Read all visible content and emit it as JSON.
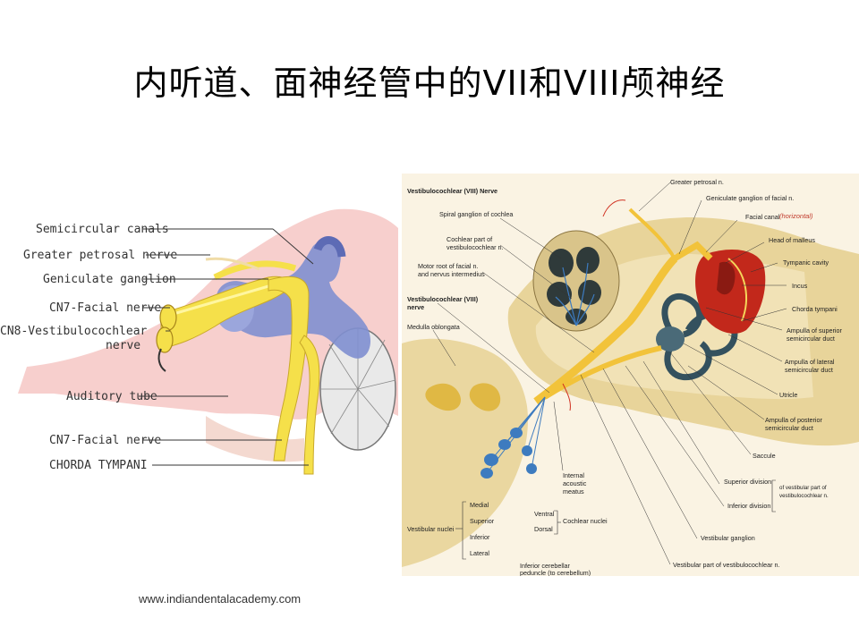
{
  "slide": {
    "title": "内听道、面神经管中的VII和VIII颅神经",
    "footer": "www.indiandentalacademy.com"
  },
  "left_diagram": {
    "labels": [
      "Semicircular canals",
      "Greater petrosal nerve",
      "Geniculate ganglion",
      "CN7-Facial nerve",
      "CN8-Vestibulocochlear",
      "nerve",
      "Auditory tube",
      "CN7-Facial nerve",
      "CHORDA TYMPANI"
    ]
  },
  "right_diagram": {
    "title": "Vestibulocochlear (VIII) Nerve",
    "left_labels": [
      "Spiral ganglion of cochlea",
      "Cochlear part of",
      "vestibulocochlear n.",
      "Motor root of facial n.",
      "and nervus intermedius",
      "Vestibulocochlear (VIII)",
      "nerve",
      "Medulla oblongata"
    ],
    "right_labels": [
      "Greater petrosal n.",
      "Geniculate ganglion of facial n.",
      "Facial canal",
      "Head of malleus",
      "Tympanic cavity",
      "Incus",
      "Chorda tympani",
      "Ampulla of superior",
      "semicircular duct",
      "Ampulla of lateral",
      "semicircular duct",
      "Utricle",
      "Ampulla of posterior",
      "semicircular duct",
      "Saccule",
      "Superior division",
      "Inferior division",
      "of vestibular part of",
      "vestibulocochlear n.",
      "Vestibular ganglion",
      "Vestibular part of vestibulocochlear n."
    ],
    "bottom_labels": [
      "Internal",
      "acoustic",
      "meatus",
      "Medial",
      "Superior",
      "Inferior",
      "Lateral",
      "Vestibular nuclei",
      "Ventral",
      "Dorsal",
      "Cochlear nuclei",
      "Inferior cerebellar",
      "peduncle (to cerebellum)"
    ],
    "handwritten": [
      "(horizontal)"
    ]
  },
  "colors": {
    "nerve_yellow": "#f5e04a",
    "bone_beige": "#f1e2b6",
    "labyrinth_blue": "#7f8fd0",
    "cochlea_dark": "#2f4c5a",
    "tympanic_red": "#c2281b",
    "nucleus_blue": "#3d7bbf"
  }
}
